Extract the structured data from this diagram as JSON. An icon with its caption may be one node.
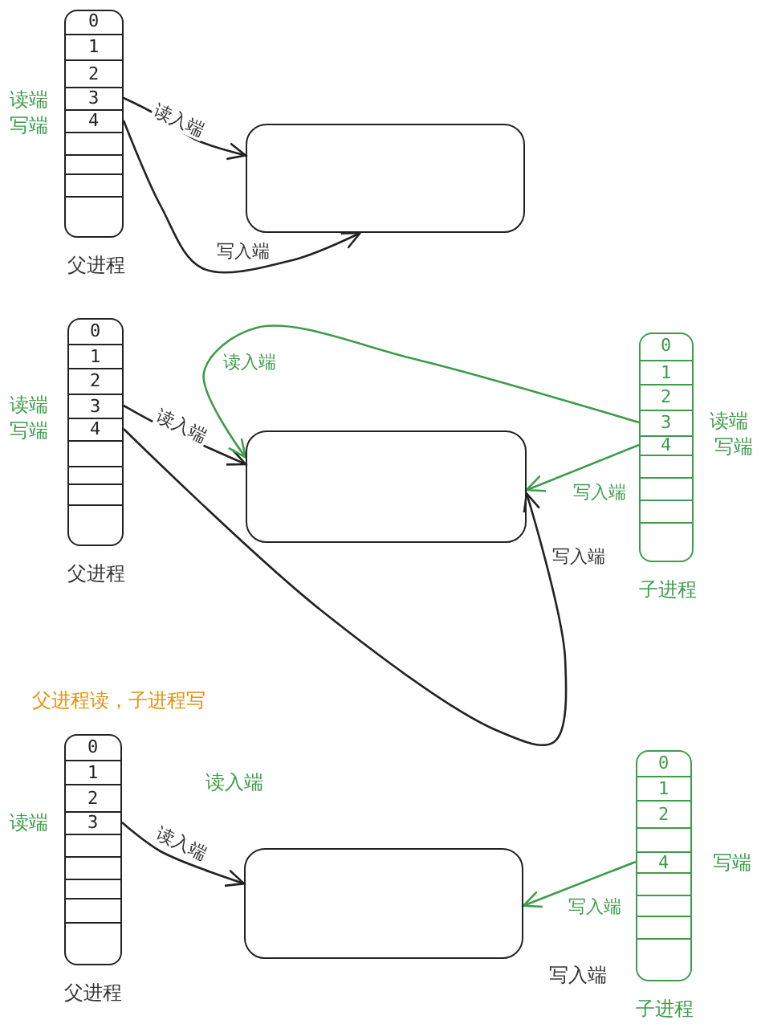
{
  "diagram": {
    "nodes": [
      {
        "text": [],
        "shape": "box",
        "beside": [
          "父进程"
        ]
      },
      {
        "text": [
          "0"
        ],
        "in": 0
      },
      {
        "text": [
          "1"
        ],
        "in": 0
      },
      {
        "text": [
          "2"
        ],
        "in": 0
      },
      {
        "text": [
          "3"
        ],
        "in": 0,
        "beside": [
          "读端"
        ]
      },
      {
        "text": [
          "4"
        ],
        "in": 0,
        "beside": [
          "写端"
        ]
      },
      {
        "text": [],
        "shape": "box",
        "in": 0
      },
      {
        "text": [],
        "shape": "box",
        "in": 0
      },
      {
        "text": [],
        "shape": "box",
        "in": 0
      },
      {
        "text": [],
        "shape": "box",
        "in": 0
      },
      {
        "text": [],
        "shape": "box"
      },
      {
        "text": [],
        "shape": "box",
        "beside": [
          "父进程"
        ]
      },
      {
        "text": [
          "0"
        ],
        "in": 11
      },
      {
        "text": [
          "1"
        ],
        "in": 11
      },
      {
        "text": [
          "2"
        ],
        "in": 11
      },
      {
        "text": [
          "3"
        ],
        "in": 11,
        "beside": [
          "读端"
        ]
      },
      {
        "text": [
          "4"
        ],
        "in": 11,
        "beside": [
          "写端"
        ]
      },
      {
        "text": [],
        "shape": "box",
        "in": 11
      },
      {
        "text": [],
        "shape": "box",
        "in": 11
      },
      {
        "text": [],
        "shape": "box",
        "in": 11
      },
      {
        "text": [],
        "shape": "box",
        "in": 11
      },
      {
        "text": [],
        "shape": "box"
      },
      {
        "text": [],
        "shape": "box",
        "beside": [
          "子进程"
        ]
      },
      {
        "text": [
          "0"
        ],
        "in": 22
      },
      {
        "text": [
          "1"
        ],
        "in": 22
      },
      {
        "text": [
          "2"
        ],
        "in": 22
      },
      {
        "text": [
          "3"
        ],
        "in": 22,
        "beside": [
          "读端"
        ]
      },
      {
        "text": [
          "4"
        ],
        "in": 22,
        "beside": [
          "写端"
        ]
      },
      {
        "text": [],
        "shape": "box",
        "in": 22
      },
      {
        "text": [],
        "shape": "box",
        "in": 22
      },
      {
        "text": [],
        "shape": "box",
        "in": 22
      },
      {
        "text": [],
        "shape": "box",
        "in": 22
      },
      {
        "text": [],
        "shape": "box",
        "beside": [
          "父进程"
        ]
      },
      {
        "text": [
          "0"
        ],
        "in": 32
      },
      {
        "text": [
          "1"
        ],
        "in": 32
      },
      {
        "text": [
          "2"
        ],
        "in": 32
      },
      {
        "text": [
          "3"
        ],
        "in": 32,
        "beside": [
          "读端"
        ]
      },
      {
        "text": [],
        "shape": "box",
        "in": 32
      },
      {
        "text": [],
        "shape": "box",
        "in": 32
      },
      {
        "text": [],
        "shape": "box",
        "in": 32
      },
      {
        "text": [],
        "shape": "box",
        "in": 32
      },
      {
        "text": [],
        "shape": "box",
        "in": 32
      },
      {
        "text": [],
        "shape": "box"
      },
      {
        "text": [],
        "shape": "box",
        "beside": [
          "子进程"
        ]
      },
      {
        "text": [
          "0"
        ],
        "in": 43
      },
      {
        "text": [
          "1"
        ],
        "in": 43
      },
      {
        "text": [
          "2"
        ],
        "in": 43
      },
      {
        "text": [],
        "shape": "box",
        "in": 43
      },
      {
        "text": [
          "4"
        ],
        "in": 43,
        "beside": [
          "写端"
        ]
      },
      {
        "text": [],
        "shape": "box",
        "in": 43
      },
      {
        "text": [],
        "shape": "box",
        "in": 43
      },
      {
        "text": [],
        "shape": "box",
        "in": 43
      },
      {
        "text": [],
        "shape": "box",
        "in": 43
      }
    ],
    "edges": [
      {
        "from": 4,
        "to": 10,
        "arrow": "to",
        "label": "读入端"
      },
      {
        "from": 5,
        "to": 10,
        "arrow": "to",
        "label": "写入端"
      },
      {
        "from": 15,
        "to": 21,
        "arrow": "to",
        "label": "读入端"
      },
      {
        "from": 16,
        "to": 21,
        "arrow": "to",
        "label": "写入端"
      },
      {
        "from": 26,
        "to": 21,
        "arrow": "to",
        "label": "读入端",
        "color": "#3d9c4a"
      },
      {
        "from": 27,
        "to": 21,
        "arrow": "to",
        "label": "写入端",
        "color": "#3d9c4a"
      },
      {
        "from": 36,
        "to": 42,
        "arrow": "to",
        "label": "读入端"
      },
      {
        "from": 48,
        "to": 42,
        "arrow": "to",
        "label": "写入端",
        "color": "#3d9c4a"
      }
    ],
    "labels": [
      "父进程读，子进程写",
      "读入端",
      "写入端"
    ]
  }
}
